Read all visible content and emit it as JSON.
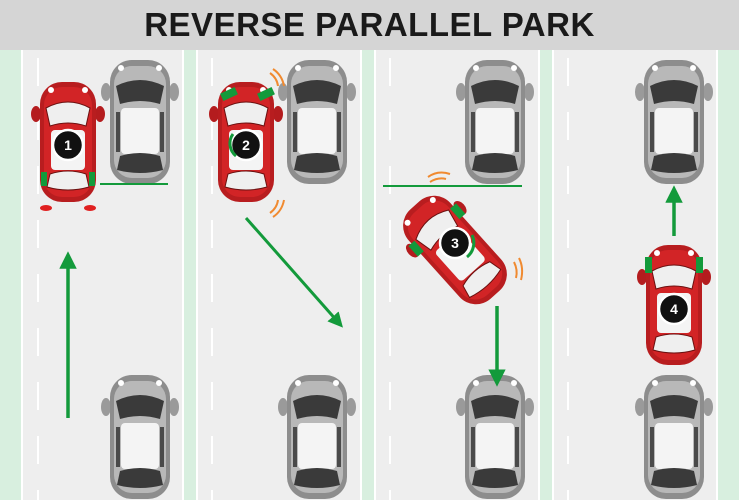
{
  "title": "REVERSE PARALLEL PARK",
  "colors": {
    "road": "#eeeeee",
    "curb": "#d8efdf",
    "arrow": "#139a3b",
    "car_red": "#c61f21",
    "car_grey": "#8d8d8d",
    "signal": "#f08a30"
  },
  "steps": [
    {
      "label": "1"
    },
    {
      "label": "2"
    },
    {
      "label": "3"
    },
    {
      "label": "4"
    }
  ]
}
